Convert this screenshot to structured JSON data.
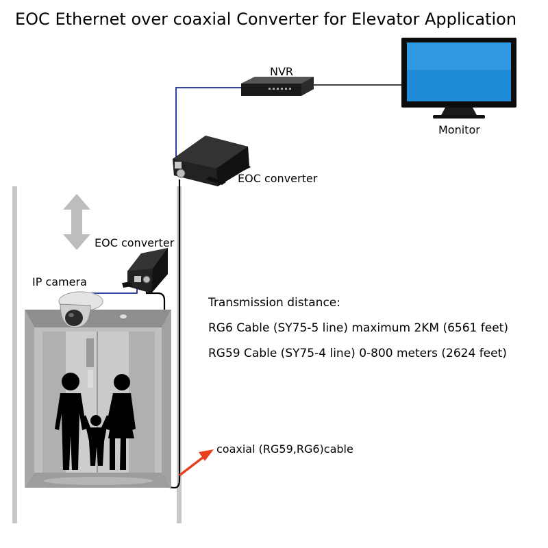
{
  "title": "EOC Ethernet over coaxial Converter for Elevator Application",
  "labels": {
    "nvr": "NVR",
    "monitor": "Monitor",
    "eoc_converter_top": "EOC converter",
    "eoc_converter_bottom": "EOC converter",
    "ip_camera": "IP  camera",
    "cable": "coaxial (RG59,RG6)cable"
  },
  "spec": {
    "heading": "Transmission distance:",
    "line1": "RG6 Cable (SY75-5 line) maximum 2KM (6561 feet)",
    "line2": "RG59 Cable (SY75-4 line) 0-800 meters (2624 feet)"
  },
  "colors": {
    "network_cable": "#1a2a9c",
    "coax_cable": "#000000",
    "arrow": "#e8401c",
    "shaft": "#c8c8c8",
    "device": "#1c1c1c"
  }
}
